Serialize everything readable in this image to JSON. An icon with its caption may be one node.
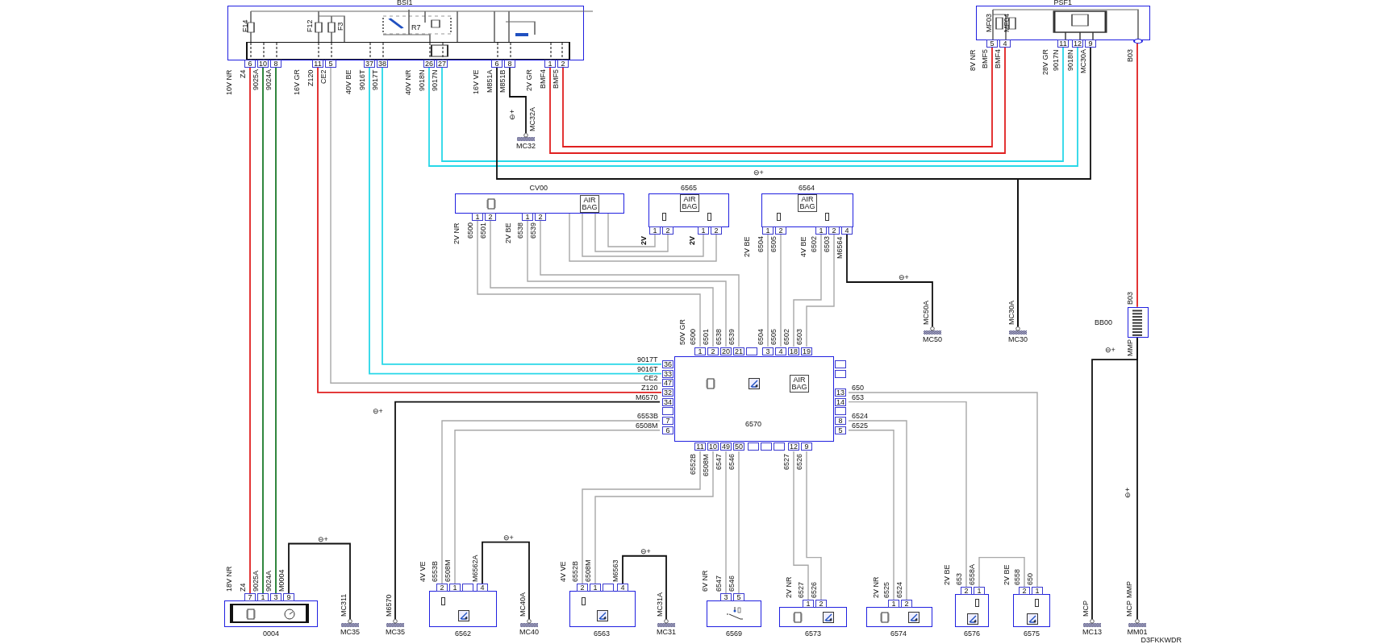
{
  "diagram": {
    "nodes": [
      {
        "text": [
          "BSI1"
        ]
      },
      {
        "text": [
          "PSF1"
        ]
      },
      {
        "text": [
          "CV00",
          "AIR BAG"
        ]
      },
      {
        "text": [
          "6565",
          "AIR BAG"
        ]
      },
      {
        "text": [
          "6564",
          "AIR BAG"
        ]
      },
      {
        "text": [
          "6570",
          "AIR BAG"
        ]
      },
      {
        "text": [
          "BB00"
        ]
      },
      {
        "text": [
          "MC32"
        ],
        "beside": [
          "MC32A"
        ]
      },
      {
        "text": [
          "MC50"
        ],
        "beside": [
          "MC50A"
        ]
      },
      {
        "text": [
          "MC30"
        ],
        "beside": [
          "MC30A"
        ]
      },
      {
        "text": [
          "0004"
        ]
      },
      {
        "text": [
          "MC35"
        ],
        "beside": [
          "MC311"
        ]
      },
      {
        "text": [
          "MC35"
        ],
        "beside": [
          "M6570"
        ]
      },
      {
        "text": [
          "6562"
        ]
      },
      {
        "text": [
          "MC40"
        ],
        "beside": [
          "MC40A"
        ]
      },
      {
        "text": [
          "6563"
        ]
      },
      {
        "text": [
          "MC31"
        ],
        "beside": [
          "MC31A"
        ]
      },
      {
        "text": [
          "6569"
        ]
      },
      {
        "text": [
          "6573"
        ]
      },
      {
        "text": [
          "6574"
        ]
      },
      {
        "text": [
          "6576"
        ]
      },
      {
        "text": [
          "6575"
        ]
      },
      {
        "text": [
          "MC13"
        ],
        "beside": [
          "MCP"
        ]
      },
      {
        "text": [
          "MM01"
        ],
        "beside": [
          "MCP"
        ]
      }
    ],
    "edges": [
      {
        "from": 0,
        "to": 10,
        "arrow": "none",
        "color": "#e02020"
      },
      {
        "from": 0,
        "to": 10,
        "arrow": "none",
        "color": "#1a7a2a"
      },
      {
        "from": 0,
        "to": 10,
        "arrow": "none",
        "color": "#1a7a2a"
      },
      {
        "from": 0,
        "to": 5,
        "arrow": "none",
        "color": "#e02020"
      },
      {
        "from": 0,
        "to": 5,
        "arrow": "none"
      },
      {
        "from": 0,
        "to": 5,
        "arrow": "none",
        "color": "#28d8e8"
      },
      {
        "from": 0,
        "to": 5,
        "arrow": "none",
        "color": "#28d8e8"
      },
      {
        "from": 0,
        "to": 1,
        "arrow": "none",
        "color": "#28d8e8"
      },
      {
        "from": 0,
        "to": 1,
        "arrow": "none",
        "color": "#28d8e8"
      },
      {
        "from": 0,
        "to": 9,
        "arrow": "none",
        "color": "#111111"
      },
      {
        "from": 0,
        "to": 7,
        "arrow": "none",
        "color": "#111111"
      },
      {
        "from": 0,
        "to": 1,
        "arrow": "none",
        "color": "#e02020"
      },
      {
        "from": 0,
        "to": 1,
        "arrow": "none",
        "color": "#e02020"
      },
      {
        "from": 1,
        "to": 9,
        "arrow": "none",
        "color": "#111111"
      },
      {
        "from": 1,
        "to": 6,
        "arrow": "none",
        "color": "#e02020"
      },
      {
        "from": 6,
        "to": 23,
        "arrow": "none",
        "color": "#111111"
      },
      {
        "from": 6,
        "to": 22,
        "arrow": "none",
        "color": "#111111"
      },
      {
        "from": 2,
        "to": 5,
        "arrow": "none"
      },
      {
        "from": 2,
        "to": 5,
        "arrow": "none"
      },
      {
        "from": 2,
        "to": 5,
        "arrow": "none"
      },
      {
        "from": 2,
        "to": 5,
        "arrow": "none"
      },
      {
        "from": 2,
        "to": 3,
        "arrow": "none"
      },
      {
        "from": 2,
        "to": 3,
        "arrow": "none"
      },
      {
        "from": 2,
        "to": 3,
        "arrow": "none"
      },
      {
        "from": 2,
        "to": 3,
        "arrow": "none"
      },
      {
        "from": 4,
        "to": 5,
        "arrow": "none"
      },
      {
        "from": 4,
        "to": 5,
        "arrow": "none"
      },
      {
        "from": 4,
        "to": 5,
        "arrow": "none"
      },
      {
        "from": 4,
        "to": 5,
        "arrow": "none"
      },
      {
        "from": 4,
        "to": 8,
        "arrow": "none",
        "color": "#111111"
      },
      {
        "from": 10,
        "to": 11,
        "arrow": "none",
        "color": "#111111"
      },
      {
        "from": 5,
        "to": 12,
        "arrow": "none",
        "color": "#111111"
      },
      {
        "from": 5,
        "to": 13,
        "arrow": "none"
      },
      {
        "from": 5,
        "to": 13,
        "arrow": "none"
      },
      {
        "from": 13,
        "to": 14,
        "arrow": "none",
        "color": "#111111"
      },
      {
        "from": 5,
        "to": 15,
        "arrow": "none"
      },
      {
        "from": 5,
        "to": 15,
        "arrow": "none"
      },
      {
        "from": 15,
        "to": 16,
        "arrow": "none",
        "color": "#111111"
      },
      {
        "from": 5,
        "to": 17,
        "arrow": "none"
      },
      {
        "from": 5,
        "to": 17,
        "arrow": "none"
      },
      {
        "from": 5,
        "to": 18,
        "arrow": "none"
      },
      {
        "from": 5,
        "to": 18,
        "arrow": "none"
      },
      {
        "from": 5,
        "to": 19,
        "arrow": "none"
      },
      {
        "from": 5,
        "to": 19,
        "arrow": "none"
      },
      {
        "from": 5,
        "to": 20,
        "arrow": "none"
      },
      {
        "from": 5,
        "to": 21,
        "arrow": "none"
      },
      {
        "from": 20,
        "to": 21,
        "arrow": "none"
      }
    ],
    "labels": [
      "F14",
      "F12",
      "F3",
      "R7",
      "6",
      "10",
      "8",
      "11",
      "5",
      "37",
      "38",
      "26",
      "27",
      "6",
      "8",
      "1",
      "2",
      "10V NR",
      "Z4",
      "9025A",
      "9024A",
      "16V GR",
      "Z120",
      "CE2",
      "40V BE",
      "9016T",
      "9017T",
      "40V NR",
      "9018N",
      "9017N",
      "16V VE",
      "M851A",
      "M851B",
      "2V GR",
      "BMF4",
      "BMF5",
      "⊖+",
      "MF03",
      "MF04",
      "5",
      "4",
      "11",
      "12",
      "9",
      "8V NR",
      "BMF5",
      "BMF4",
      "28V GR",
      "9017N",
      "9018N",
      "MC30A",
      "B03",
      "⊖+",
      "1",
      "2",
      "1",
      "2",
      "2V NR",
      "6500",
      "6501",
      "2V BE",
      "6538",
      "6539",
      "1",
      "2",
      "1",
      "2",
      "2V",
      "2V",
      "1",
      "2",
      "1",
      "2",
      "4",
      "2V BE",
      "6504",
      "6505",
      "4V BE",
      "6502",
      "6503",
      "M6564",
      "⊖+",
      "1",
      "2",
      "20",
      "21",
      "3",
      "4",
      "18",
      "19",
      "50V GR",
      "6500",
      "6501",
      "6538",
      "6539",
      "6504",
      "6505",
      "6502",
      "6503",
      "36",
      "33",
      "47",
      "32",
      "34",
      "7",
      "6",
      "9017T",
      "9016T",
      "CE2",
      "Z120",
      "M6570",
      "6553B",
      "6508M",
      "13",
      "14",
      "8",
      "5",
      "650",
      "653",
      "6524",
      "6525",
      "11",
      "10",
      "49",
      "50",
      "12",
      "9",
      "6552B",
      "6508M",
      "6547",
      "6546",
      "6527",
      "6526",
      "⊖+",
      "B03",
      "MMP",
      "⊖+",
      "⊖+",
      "7",
      "1",
      "3",
      "9",
      "18V NR",
      "Z4",
      "9025A",
      "9024A",
      "M0004",
      "⊖+",
      "2",
      "1",
      "4",
      "4V VE",
      "6553B",
      "6508M",
      "M6562A",
      "⊖+",
      "2",
      "1",
      "4",
      "4V VE",
      "6552B",
      "6508M",
      "M6563",
      "⊖+",
      "3",
      "5",
      "6V NR",
      "6547",
      "6546",
      "1",
      "2",
      "2V NR",
      "6527",
      "6526",
      "1",
      "2",
      "2V NR",
      "6525",
      "6524",
      "2",
      "1",
      "2V BE",
      "653",
      "6558A",
      "2",
      "1",
      "2V BE",
      "6558",
      "650",
      "MMP",
      "D3FKKWDR"
    ]
  }
}
